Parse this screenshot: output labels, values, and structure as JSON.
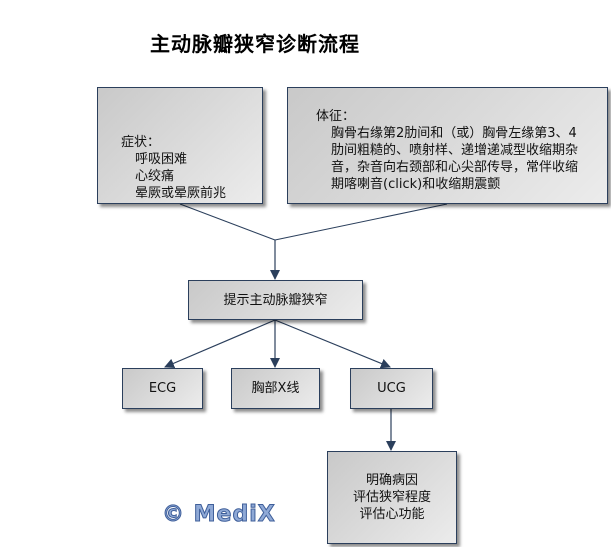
{
  "title": "主动脉瓣狭窄诊断流程",
  "symptoms": {
    "heading": "症状：",
    "items": [
      "呼吸困难",
      "心绞痛",
      "晕厥或晕厥前兆"
    ]
  },
  "signs": {
    "heading": "体征：",
    "lines": [
      "胸骨右缘第2肋间和（或）胸骨左缘第3、4",
      "肋间粗糙的、喷射样、递增递减型收缩期杂",
      "音，杂音向右颈部和心尖部传导，常伴收缩",
      "期喀喇音(click)和收缩期震颤"
    ]
  },
  "hint": "提示主动脉瓣狭窄",
  "tests": [
    "ECG",
    "胸部X线",
    "UCG"
  ],
  "result": [
    "明确病因",
    "评估狭窄程度",
    "评估心功能"
  ],
  "watermark": "© MediX",
  "colors": {
    "line": "#2b3f5c",
    "watermark": "#8fa9d6"
  }
}
